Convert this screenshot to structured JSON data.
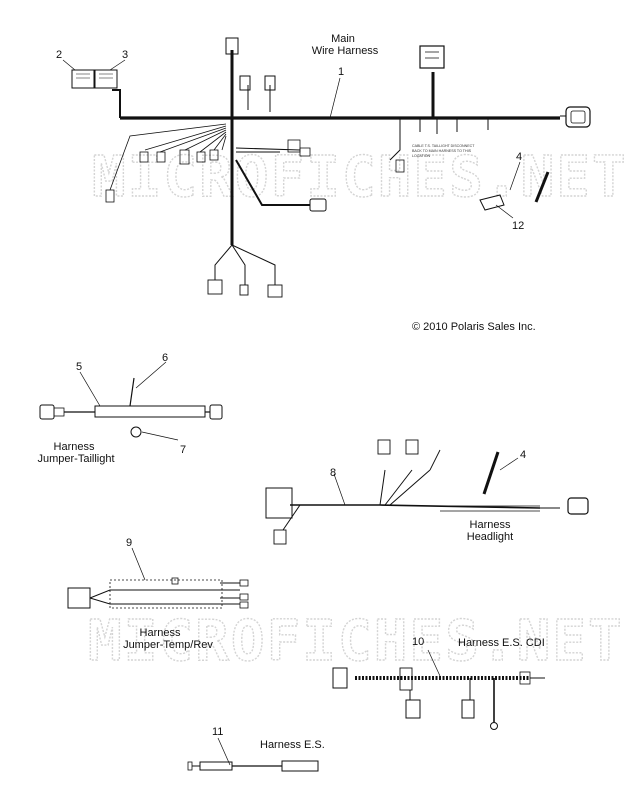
{
  "watermark": "MICROFICHES.NET",
  "copyright": "© 2010 Polaris Sales Inc.",
  "main_harness": {
    "title_line1": "Main",
    "title_line2": "Wire Harness",
    "note_line1": "CABLE T.S. TAILLIGHT DISCONNECT",
    "note_line2": "BACK TO MAIN HARNESS TO THIS",
    "note_line3": "LOCATION"
  },
  "callouts": {
    "c1": "1",
    "c2": "2",
    "c3": "3",
    "c4a": "4",
    "c4b": "4",
    "c5": "5",
    "c6": "6",
    "c7": "7",
    "c8": "8",
    "c9": "9",
    "c10": "10",
    "c11": "11",
    "c12": "12"
  },
  "labels": {
    "jumper_taillight_1": "Harness",
    "jumper_taillight_2": "Jumper-Taillight",
    "headlight_1": "Harness",
    "headlight_2": "Headlight",
    "temp_rev_1": "Harness",
    "temp_rev_2": "Jumper-Temp/Rev",
    "es_cdi": "Harness E.S. CDI",
    "es": "Harness E.S."
  },
  "colors": {
    "line": "#111111",
    "watermark": "#d4d4d4",
    "background": "#ffffff"
  }
}
